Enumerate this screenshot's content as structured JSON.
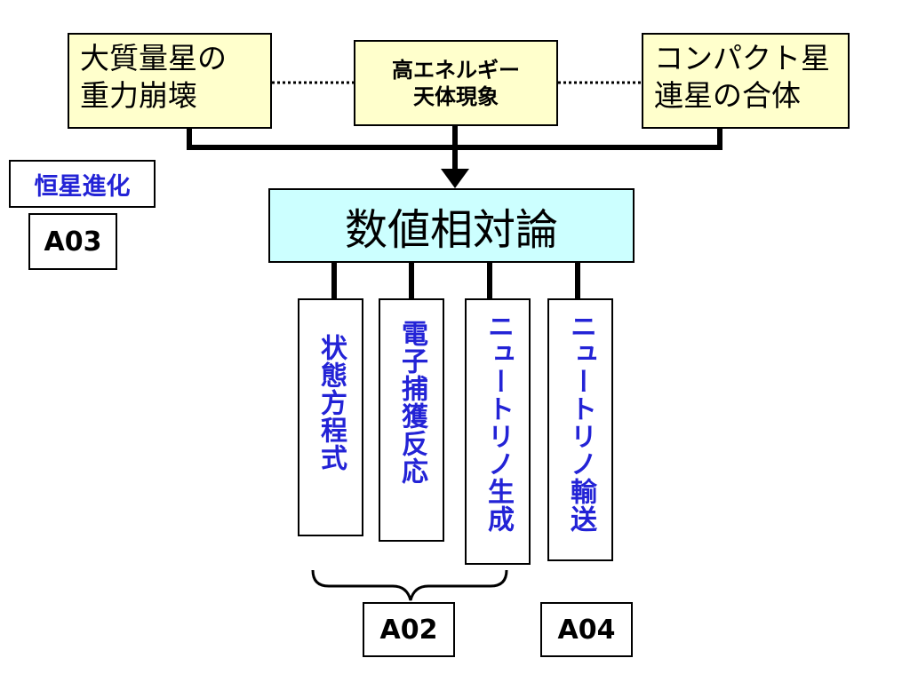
{
  "top_boxes": {
    "left": [
      "大質量星の",
      "重力崩壊"
    ],
    "center": [
      "高エネルギー",
      "天体現象"
    ],
    "right": [
      "コンパクト星",
      "連星の合体"
    ]
  },
  "side": {
    "label": "恒星進化",
    "code": "A03"
  },
  "main_box": "数値相対論",
  "columns": [
    "状態方程式",
    "電子捕獲反応",
    "ニュートリノ生成",
    "ニュートリノ輸送"
  ],
  "codes": {
    "bracket": "A02",
    "transport": "A04"
  },
  "colors": {
    "top_fill": "#ffffcc",
    "main_fill": "#ccffff",
    "column_text": "#2323d6",
    "side_label_text": "#2323d6"
  }
}
